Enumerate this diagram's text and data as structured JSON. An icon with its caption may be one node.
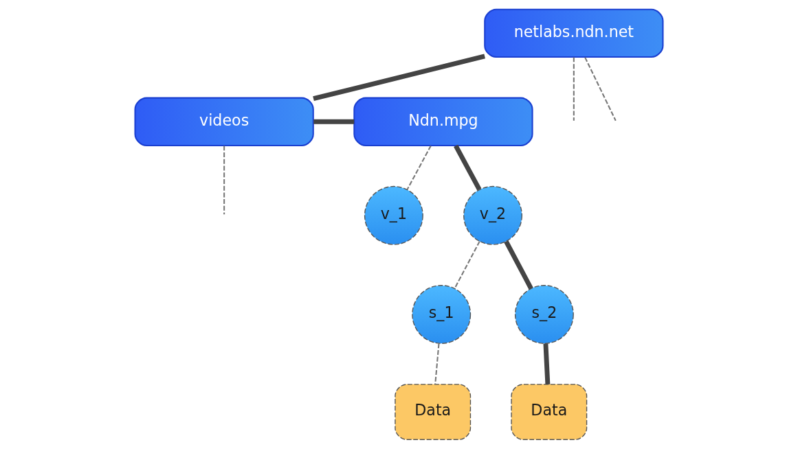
{
  "diagram": {
    "nodes": [
      {
        "text": [
          "netlabs.ndn.net"
        ]
      },
      {
        "text": [
          "videos"
        ]
      },
      {
        "text": [
          "Ndn.mpg"
        ]
      },
      {
        "text": [
          "v_1"
        ]
      },
      {
        "text": [
          "v_2"
        ]
      },
      {
        "text": [
          "s_1"
        ]
      },
      {
        "text": [
          "s_2"
        ]
      },
      {
        "text": [
          "Data"
        ]
      },
      {
        "text": [
          "Data"
        ]
      }
    ],
    "edges": [
      {
        "from": 0,
        "to": null,
        "arrow": "none",
        "style": "dashed"
      },
      {
        "from": 0,
        "to": null,
        "arrow": "none",
        "style": "dashed"
      },
      {
        "from": 0,
        "to": 1,
        "arrow": "none",
        "style": "thick"
      },
      {
        "from": 1,
        "to": null,
        "arrow": "none",
        "style": "dashed"
      },
      {
        "from": 1,
        "to": 2,
        "arrow": "none",
        "style": "thick"
      },
      {
        "from": 2,
        "to": 3,
        "arrow": "none",
        "style": "dashed"
      },
      {
        "from": 2,
        "to": 4,
        "arrow": "none",
        "style": "thick"
      },
      {
        "from": 4,
        "to": 5,
        "arrow": "none",
        "style": "dashed"
      },
      {
        "from": 4,
        "to": 6,
        "arrow": "none",
        "style": "thick"
      },
      {
        "from": 5,
        "to": 7,
        "arrow": "none",
        "style": "dashed"
      },
      {
        "from": 6,
        "to": 8,
        "arrow": "none",
        "style": "thick"
      }
    ]
  }
}
